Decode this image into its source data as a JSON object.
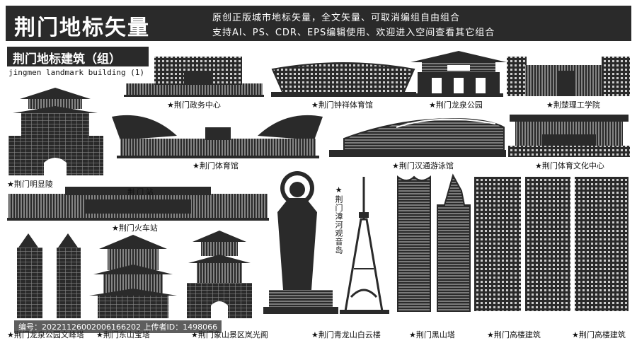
{
  "header": {
    "title": "荆门地标矢量",
    "line1": "原创正版城市地标矢量，全文矢量、可取消编组自由组合",
    "line2": "支持AI、PS、CDR、EPS编辑使用、欢迎进入空间查看其它组合"
  },
  "subtitle": {
    "cn": "荆门地标建筑（组）",
    "en": "jingmen landmark building (1)"
  },
  "station_sign": "荆 门 站",
  "labels": {
    "gov_center": "★荆门政务中心",
    "zhongxiang_gym": "★荆门钟祥体育馆",
    "longquan_park": "★荆门龙泉公园",
    "chuli_college": "★荆楚理工学院",
    "mingxian_tomb": "★荆门明显陵",
    "gymnasium": "★荆门体育馆",
    "hantong_pool": "★荆门汉通游泳馆",
    "sports_culture": "★荆门体育文化中心",
    "train_station": "★荆门火车站",
    "zhanghe_guanyin": "★荆门漳河观音岛",
    "wenfeng_pagoda": "★荆门龙泉公园文峰塔",
    "dongshan_pagoda": "★荆门东山宝塔",
    "languang_pavilion": "★荆门象山景区岚光阁",
    "baiyun_tower": "★荆门青龙山白云楼",
    "heishan_tower": "★荆门黑山塔",
    "highrise1": "★荆门高楼建筑",
    "highrise2": "★荆门高楼建筑"
  },
  "watermark": "编号：20221126002006166202 上传者ID：1498066",
  "colors": {
    "ink": "#2a2a2a",
    "paper": "#ffffff"
  }
}
